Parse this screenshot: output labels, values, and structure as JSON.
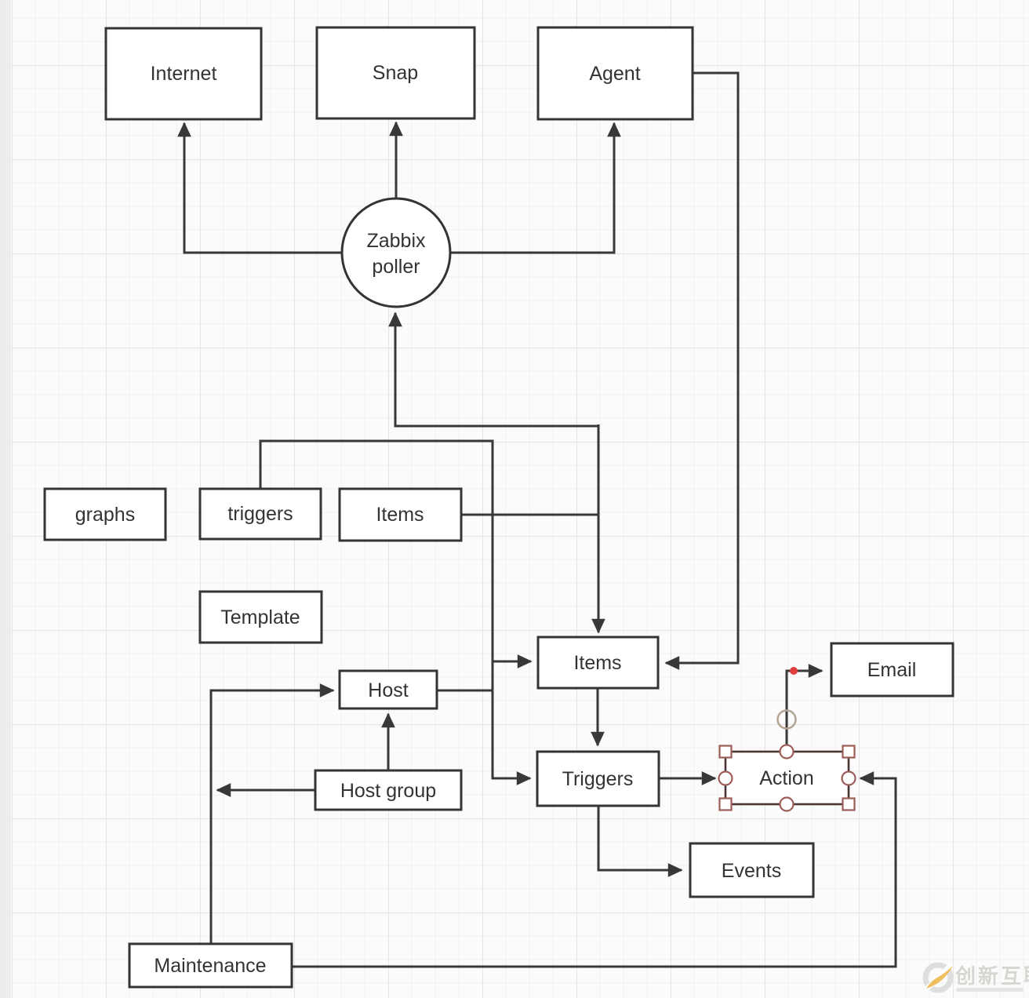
{
  "canvas": {
    "background": "#fbfbfb",
    "grid_minor_color": "#f1f1f1",
    "grid_major_color": "#e5e5e5",
    "edge_color": "#383838",
    "node_fill": "#ffffff",
    "node_border": "#343434",
    "text_color": "#333333",
    "selection_handle_color": "#9c5c58",
    "connection_ring_color": "#b4a496",
    "endpoint_dot_color": "#e03e3e"
  },
  "nodes": {
    "internet": {
      "label": "Internet"
    },
    "snap": {
      "label": "Snap"
    },
    "agent": {
      "label": "Agent"
    },
    "poller": {
      "label_line1": "Zabbix",
      "label_line2": "poller"
    },
    "graphs": {
      "label": "graphs"
    },
    "triggers_template": {
      "label": "triggers"
    },
    "items_template": {
      "label": "Items"
    },
    "template": {
      "label": "Template"
    },
    "host": {
      "label": "Host"
    },
    "host_group": {
      "label": "Host group"
    },
    "items": {
      "label": "Items"
    },
    "triggers": {
      "label": "Triggers"
    },
    "action": {
      "label": "Action",
      "selected": true
    },
    "email": {
      "label": "Email"
    },
    "events": {
      "label": "Events"
    },
    "maintenance": {
      "label": "Maintenance"
    }
  },
  "edges": [
    {
      "from": "zabbix_poller",
      "to": "internet"
    },
    {
      "from": "zabbix_poller",
      "to": "snap"
    },
    {
      "from": "zabbix_poller",
      "to": "agent"
    },
    {
      "from": "agent",
      "to": "items"
    },
    {
      "from": "items",
      "to": "zabbix_poller"
    },
    {
      "from": "items_template",
      "to": "items"
    },
    {
      "from": "triggers_template",
      "to": "triggers_items_connector"
    },
    {
      "from": "template",
      "to": "graphs"
    },
    {
      "from": "template",
      "to": "triggers_template"
    },
    {
      "from": "template",
      "to": "items_template"
    },
    {
      "from": "host",
      "to": "items"
    },
    {
      "from": "host_group",
      "to": "host"
    },
    {
      "from": "host_group",
      "to": "maintenance_line"
    },
    {
      "from": "maintenance",
      "to": "host"
    },
    {
      "from": "maintenance",
      "to": "action"
    },
    {
      "from": "items",
      "to": "triggers"
    },
    {
      "from": "triggers",
      "to": "action"
    },
    {
      "from": "triggers",
      "to": "events"
    },
    {
      "from": "action",
      "to": "email"
    }
  ],
  "watermark": {
    "text": "创新互联",
    "logo_yellow": "#eeb544"
  }
}
